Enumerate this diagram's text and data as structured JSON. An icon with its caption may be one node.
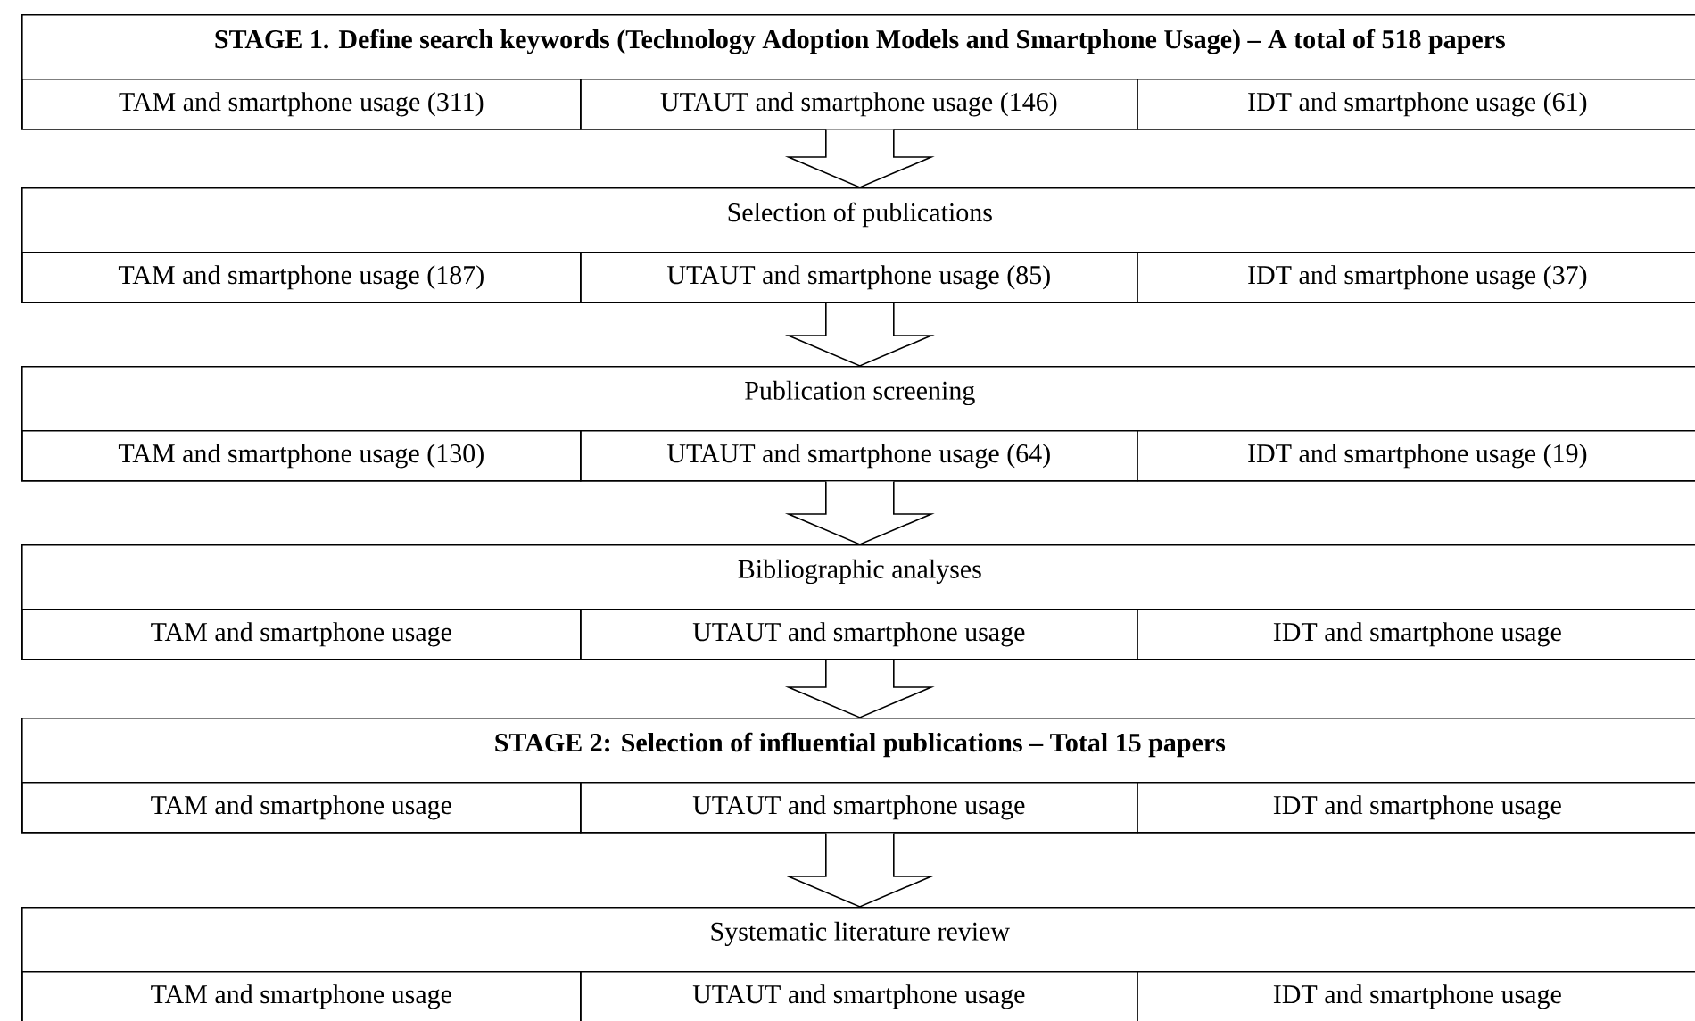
{
  "diagram": {
    "nodes": [
      {
        "text": [
          "STAGE 1. Define search keywords (Technology Adoption Models and Smartphone Usage) – A total of 518 papers"
        ]
      },
      {
        "text": [
          "TAM and smartphone usage (311)"
        ],
        "in": 0
      },
      {
        "text": [
          "UTAUT and smartphone usage (146)"
        ],
        "in": 0
      },
      {
        "text": [
          "IDT and smartphone usage (61)"
        ],
        "in": 0
      },
      {
        "text": [
          "Selection of publications"
        ]
      },
      {
        "text": [
          "TAM and smartphone usage (187)"
        ],
        "in": 4
      },
      {
        "text": [
          "UTAUT and smartphone usage (85)"
        ],
        "in": 4
      },
      {
        "text": [
          "IDT and smartphone usage (37)"
        ],
        "in": 4
      },
      {
        "text": [
          "Publication screening"
        ]
      },
      {
        "text": [
          "TAM and smartphone usage (130)"
        ],
        "in": 8
      },
      {
        "text": [
          "UTAUT and smartphone usage (64)"
        ],
        "in": 8
      },
      {
        "text": [
          "IDT and smartphone usage (19)"
        ],
        "in": 8
      },
      {
        "text": [
          "Bibliographic analyses"
        ]
      },
      {
        "text": [
          "TAM and smartphone usage"
        ],
        "in": 12
      },
      {
        "text": [
          "UTAUT and smartphone usage"
        ],
        "in": 12
      },
      {
        "text": [
          "IDT and smartphone usage"
        ],
        "in": 12
      },
      {
        "text": [
          "STAGE 2: Selection of influential publications – Total 15 papers"
        ]
      },
      {
        "text": [
          "TAM and smartphone usage"
        ],
        "in": 16
      },
      {
        "text": [
          "UTAUT and smartphone usage"
        ],
        "in": 16
      },
      {
        "text": [
          "IDT and smartphone usage"
        ],
        "in": 16
      },
      {
        "text": [
          "Systematic literature review"
        ]
      },
      {
        "text": [
          "TAM and smartphone usage"
        ],
        "in": 20
      },
      {
        "text": [
          "UTAUT and smartphone usage"
        ],
        "in": 20
      },
      {
        "text": [
          "IDT and smartphone usage"
        ],
        "in": 20
      }
    ],
    "edges": [
      {
        "from": 0,
        "to": 4,
        "arrow": "to"
      },
      {
        "from": 4,
        "to": 8,
        "arrow": "to"
      },
      {
        "from": 8,
        "to": 12,
        "arrow": "to"
      },
      {
        "from": 12,
        "to": 16,
        "arrow": "to"
      },
      {
        "from": 16,
        "to": 20,
        "arrow": "to"
      }
    ]
  }
}
